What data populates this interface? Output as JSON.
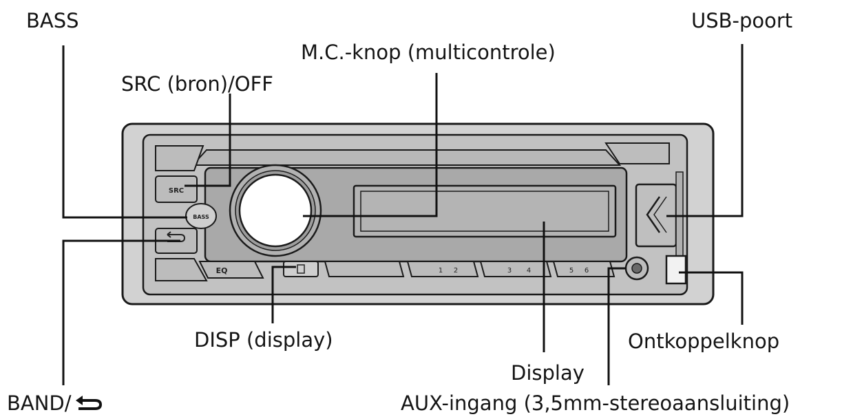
{
  "labels": {
    "bass": "BASS",
    "usb_port": "USB-poort",
    "mc_knob": "M.C.-knop (multicontrole)",
    "src_off": "SRC (bron)/OFF",
    "disp": "DISP (display)",
    "detach": "Ontkoppelknop",
    "display": "Display",
    "band_back": "BAND/",
    "aux_input": "AUX-ingang (3,5mm-stereoaansluiting)"
  },
  "device": {
    "src_button_text": "SRC",
    "bass_button_text": "BASS",
    "eq_button_text": "EQ",
    "preset_keys": [
      "1",
      "2",
      "3",
      "4",
      "5",
      "6"
    ]
  },
  "colors": {
    "faceplate": "#c8c8c8",
    "inner_panel": "#a9a9a9",
    "outline": "#1a1a1a",
    "screen": "#b4b4b4",
    "knob": "#ffffff",
    "leader_line": "#111111"
  }
}
